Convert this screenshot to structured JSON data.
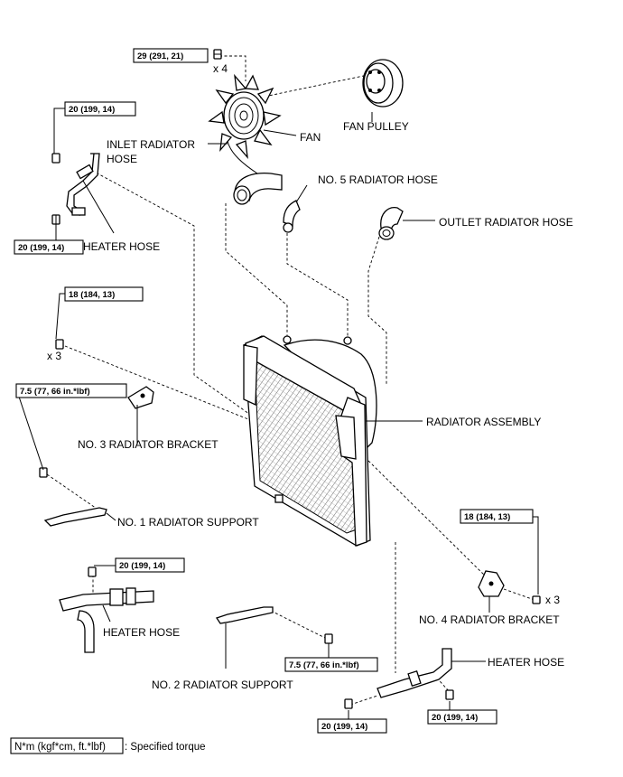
{
  "labels": {
    "fan_pulley": "FAN PULLEY",
    "fan": "FAN",
    "inlet_hose_l1": "INLET RADIATOR",
    "inlet_hose_l2": "HOSE",
    "no5_hose": "NO. 5 RADIATOR HOSE",
    "outlet_hose": "OUTLET RADIATOR HOSE",
    "heater_hose": "HEATER HOSE",
    "radiator_assembly": "RADIATOR ASSEMBLY",
    "no3_bracket": "NO. 3 RADIATOR BRACKET",
    "no1_support": "NO. 1 RADIATOR SUPPORT",
    "no4_bracket": "NO. 4 RADIATOR BRACKET",
    "no2_support": "NO. 2 RADIATOR SUPPORT"
  },
  "torques": {
    "fan_bolt": "29 (291, 21)",
    "heater_bracket_upper": "20 (199, 14)",
    "heater_bracket_lower": "20 (199, 14)",
    "no3_bracket_bolt": "18 (184, 13)",
    "no1_support_bolt": "7.5 (77, 66 in.*lbf)",
    "no4_bracket_bolt": "18 (184, 13)",
    "heater_hose_clamp": "20 (199, 14)",
    "no2_support_bolt": "7.5 (77, 66 in.*lbf)",
    "heater_pipe_left": "20 (199, 14)",
    "heater_pipe_right": "20 (199, 14)"
  },
  "quantities": {
    "fan_bolts": "x 4",
    "no3_bracket_bolts": "x 3",
    "no4_bracket_bolts": "x 3"
  },
  "legend": {
    "unit": "N*m (kgf*cm, ft.*lbf)",
    "text": ": Specified torque"
  }
}
